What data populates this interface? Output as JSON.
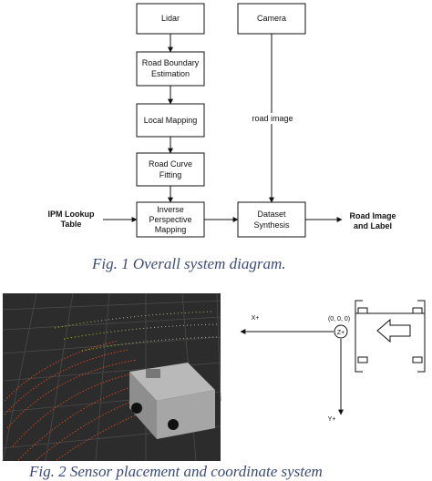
{
  "fig1": {
    "boxes": {
      "lidar": [
        "Lidar"
      ],
      "camera": [
        "Camera"
      ],
      "road_boundary": [
        "Road Boundary",
        "Estimation"
      ],
      "local_mapping": [
        "Local Mapping"
      ],
      "road_curve": [
        "Road Curve",
        "Fitting"
      ],
      "ipm": [
        "Inverse",
        "Perspective",
        "Mapping"
      ],
      "dataset": [
        "Dataset",
        "Synthesis"
      ]
    },
    "inputs": {
      "ipm_lookup": [
        "IPM Lookup",
        "Table"
      ]
    },
    "outputs": {
      "road_image_label": [
        "Road Image",
        "and Label"
      ]
    },
    "edge_labels": {
      "road_image": "road image"
    },
    "caption": "Fig. 1 Overall system diagram."
  },
  "fig2": {
    "axes": {
      "x_label": "X+",
      "y_label": "Y+",
      "z_label": "Z+",
      "origin_label": "(0, 0, 0)"
    },
    "caption": "Fig. 2 Sensor placement and coordinate system"
  }
}
